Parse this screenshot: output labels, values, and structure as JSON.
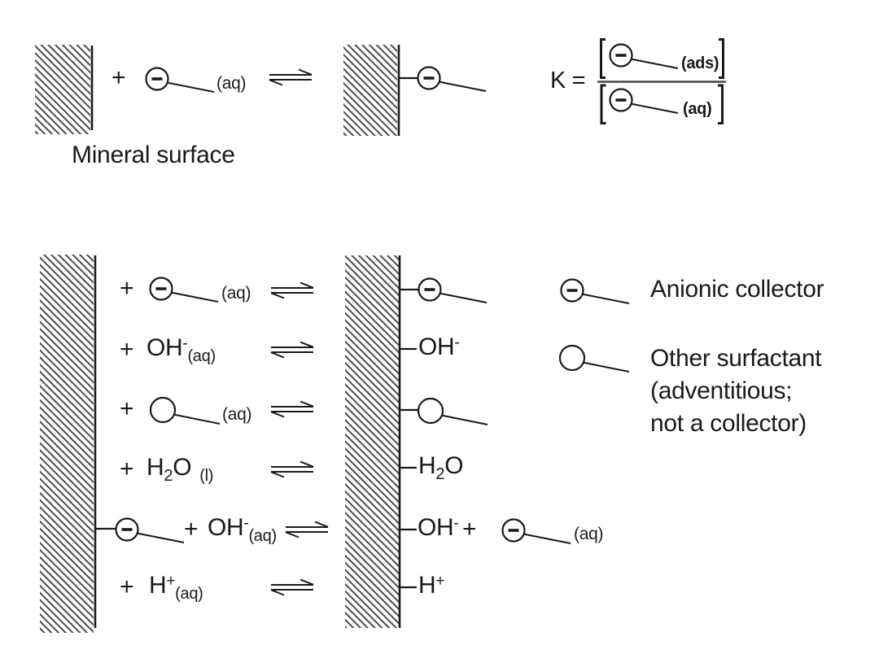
{
  "colors": {
    "ink": "#1a1a1a",
    "hatch_line": "#4a4a4a",
    "background": "#ffffff"
  },
  "labels": {
    "plus": "+",
    "aq": "(aq)",
    "ads": "(ads)",
    "liquid": "(l)",
    "k_equals": "K =",
    "oh": "OH",
    "minus": "-",
    "h": "H",
    "two": "2",
    "o": "O",
    "mineral_surface": "Mineral surface"
  },
  "legend": {
    "anionic": "Anionic collector",
    "other1": "Other surfactant",
    "other2": "(adventitious;",
    "other3": "not a collector)"
  },
  "icons": {
    "anionic_collector": "circle-with-minus-and-tail",
    "other_surfactant": "circle-with-tail",
    "equilibrium": "double-half-arrow-harpoons",
    "mineral_surface": "hatched-rectangle-with-edge-line"
  },
  "equilibria": [
    {
      "left": "mineral surface + anionic collector (aq)",
      "right": "surface-collector (ads)"
    },
    {
      "left": "surface + OH- (aq)",
      "right": "surface-OH-"
    },
    {
      "left": "surface + other surfactant (aq)",
      "right": "surface-surfactant"
    },
    {
      "left": "surface + H2O (l)",
      "right": "surface-H2O"
    },
    {
      "left": "surface-collector + OH- (aq)",
      "right": "surface-OH- + collector (aq)"
    },
    {
      "left": "surface + H+ (aq)",
      "right": "surface-H+"
    }
  ],
  "k_definition": "K = [collector (ads)] / [collector (aq)]"
}
